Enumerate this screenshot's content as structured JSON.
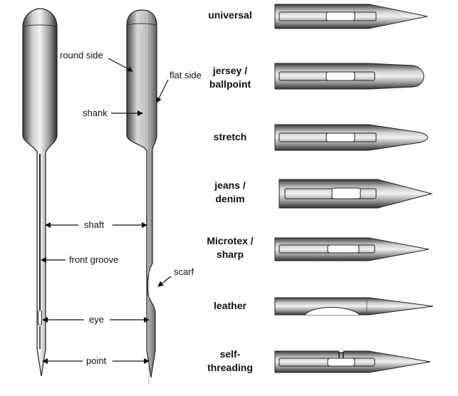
{
  "anatomy": {
    "labels": {
      "round_side": "round side",
      "flat_side": "flat side",
      "shank": "shank",
      "shaft": "shaft",
      "front_groove": "front groove",
      "scarf": "scarf",
      "eye": "eye",
      "point": "point"
    }
  },
  "needle_types": [
    {
      "line1": "universal",
      "line2": ""
    },
    {
      "line1": "jersey /",
      "line2": "ballpoint"
    },
    {
      "line1": "stretch",
      "line2": ""
    },
    {
      "line1": "jeans /",
      "line2": "denim"
    },
    {
      "line1": "Microtex /",
      "line2": "sharp"
    },
    {
      "line1": "leather",
      "line2": ""
    },
    {
      "line1": "self-",
      "line2": "threading"
    }
  ],
  "colors": {
    "ink": "#111111",
    "steel_dark": "#4a4a4a",
    "steel_light": "#e6e6e6"
  }
}
